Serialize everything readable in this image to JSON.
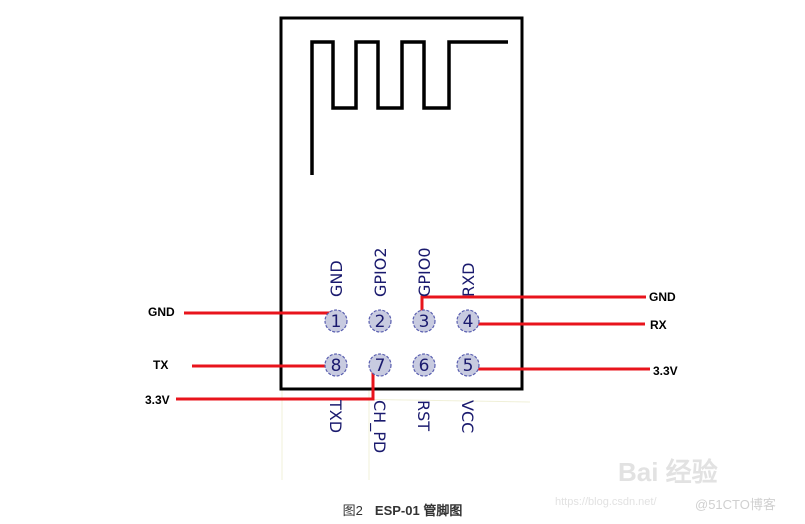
{
  "module": {
    "name": "ESP-01",
    "outline_color": "#000000",
    "antenna_color": "#000000"
  },
  "pins": [
    {
      "number": "1",
      "name": "GND",
      "row": "top",
      "col": 0
    },
    {
      "number": "2",
      "name": "GPIO2",
      "row": "top",
      "col": 1
    },
    {
      "number": "3",
      "name": "GPIO0",
      "row": "top",
      "col": 2
    },
    {
      "number": "4",
      "name": "RXD",
      "row": "top",
      "col": 3
    },
    {
      "number": "5",
      "name": "VCC",
      "row": "bottom",
      "col": 3
    },
    {
      "number": "6",
      "name": "RST",
      "row": "bottom",
      "col": 2
    },
    {
      "number": "7",
      "name": "CH_PD",
      "row": "bottom",
      "col": 1
    },
    {
      "number": "8",
      "name": "TXD",
      "row": "bottom",
      "col": 0
    }
  ],
  "pin_style": {
    "fill": "#c8cbe0",
    "stroke": "#5a5fb0",
    "text_color": "#1a1a6e"
  },
  "connections": {
    "color": "#e8141c",
    "left": [
      {
        "label": "GND",
        "pin": "1"
      },
      {
        "label": "TX",
        "pin": "8"
      },
      {
        "label": "3.3V",
        "pin": "7"
      }
    ],
    "right": [
      {
        "label": "GND",
        "pin": "3"
      },
      {
        "label": "RX",
        "pin": "4"
      },
      {
        "label": "3.3V",
        "pin": "5"
      }
    ]
  },
  "caption": {
    "figure": "图2",
    "title": "ESP-01 管脚图"
  },
  "watermark": {
    "brand": "Bai 经验",
    "url": "https://blog.csdn.net/",
    "credit": "@51CTO博客"
  }
}
